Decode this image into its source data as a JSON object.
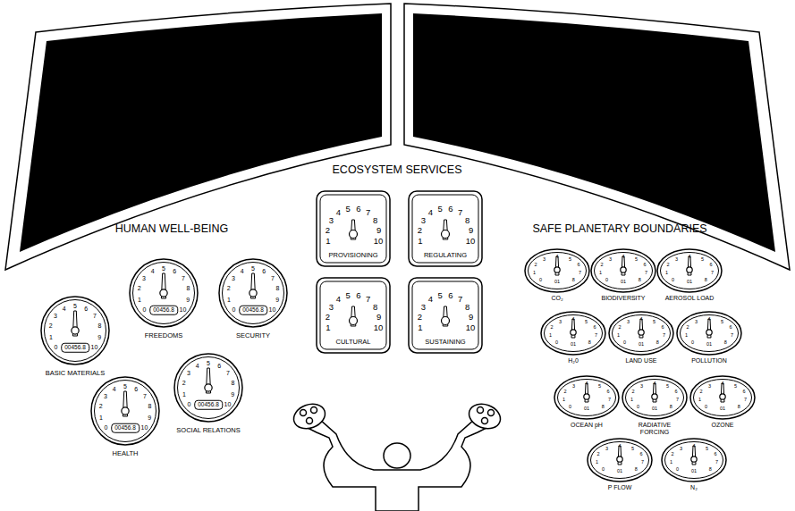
{
  "diagram": {
    "nodes": [
      {
        "text": [
          "FREEDOMS",
          "0",
          "1",
          "2",
          "3",
          "4",
          "5",
          "6",
          "7",
          "8",
          "9",
          "10",
          "00456.8"
        ]
      },
      {
        "text": [
          "SECURITY",
          "0",
          "1",
          "2",
          "3",
          "4",
          "5",
          "6",
          "7",
          "8",
          "9",
          "10",
          "00456.8"
        ]
      },
      {
        "text": [
          "BASIC MATERIALS",
          "0",
          "1",
          "2",
          "3",
          "4",
          "5",
          "6",
          "7",
          "8",
          "9",
          "10",
          "00456.8"
        ]
      },
      {
        "text": [
          "SOCIAL RELATIONS",
          "0",
          "1",
          "2",
          "3",
          "4",
          "5",
          "6",
          "7",
          "8",
          "9",
          "10",
          "00456.8"
        ]
      },
      {
        "text": [
          "HEALTH",
          "0",
          "1",
          "2",
          "3",
          "4",
          "5",
          "6",
          "7",
          "8",
          "9",
          "10",
          "00456.8"
        ]
      },
      {
        "text": [
          "PROVISIONING",
          "1",
          "2",
          "3",
          "4",
          "5",
          "6",
          "7",
          "8",
          "9",
          "10"
        ]
      },
      {
        "text": [
          "REGULATING",
          "1",
          "2",
          "3",
          "4",
          "5",
          "6",
          "7",
          "8",
          "9",
          "10"
        ]
      },
      {
        "text": [
          "CULTURAL",
          "1",
          "2",
          "3",
          "4",
          "5",
          "6",
          "7",
          "8",
          "9",
          "10"
        ]
      },
      {
        "text": [
          "SUSTAINING",
          "1",
          "2",
          "3",
          "4",
          "5",
          "6",
          "7",
          "8",
          "9",
          "10"
        ]
      },
      {
        "text": [
          "CO₂",
          "0",
          "1",
          "2",
          "3",
          "4",
          "5",
          "6",
          "7",
          "8",
          "01"
        ]
      },
      {
        "text": [
          "BIODIVERSITY",
          "0",
          "1",
          "2",
          "3",
          "4",
          "5",
          "6",
          "7",
          "8",
          "01"
        ]
      },
      {
        "text": [
          "AEROSOL LOAD",
          "0",
          "1",
          "2",
          "3",
          "4",
          "5",
          "6",
          "7",
          "8",
          "01"
        ]
      },
      {
        "text": [
          "H₂0",
          "0",
          "1",
          "2",
          "3",
          "4",
          "5",
          "6",
          "7",
          "8",
          "01"
        ]
      },
      {
        "text": [
          "LAND USE",
          "0",
          "1",
          "2",
          "3",
          "4",
          "5",
          "6",
          "7",
          "8",
          "01"
        ]
      },
      {
        "text": [
          "POLLUTION",
          "0",
          "1",
          "2",
          "3",
          "4",
          "5",
          "6",
          "7",
          "8",
          "01"
        ]
      },
      {
        "text": [
          "OCEAN pH",
          "0",
          "1",
          "2",
          "3",
          "4",
          "5",
          "6",
          "7",
          "8",
          "01"
        ]
      },
      {
        "text": [
          "RADIATIVE FORCING",
          "0",
          "1",
          "2",
          "3",
          "4",
          "5",
          "6",
          "7",
          "8",
          "01"
        ]
      },
      {
        "text": [
          "OZONE",
          "0",
          "1",
          "2",
          "3",
          "4",
          "5",
          "6",
          "7",
          "8",
          "01"
        ]
      },
      {
        "text": [
          "P FLOW",
          "0",
          "1",
          "2",
          "3",
          "4",
          "5",
          "6",
          "7",
          "8",
          "01"
        ]
      },
      {
        "text": [
          "N₂",
          "0",
          "1",
          "2",
          "3",
          "4",
          "5",
          "6",
          "7",
          "8",
          "01"
        ]
      }
    ],
    "labels": [
      "ECOSYSTEM SERVICES",
      "HUMAN WELL-BEING",
      "SAFE PLANETARY BOUNDARIES"
    ]
  }
}
